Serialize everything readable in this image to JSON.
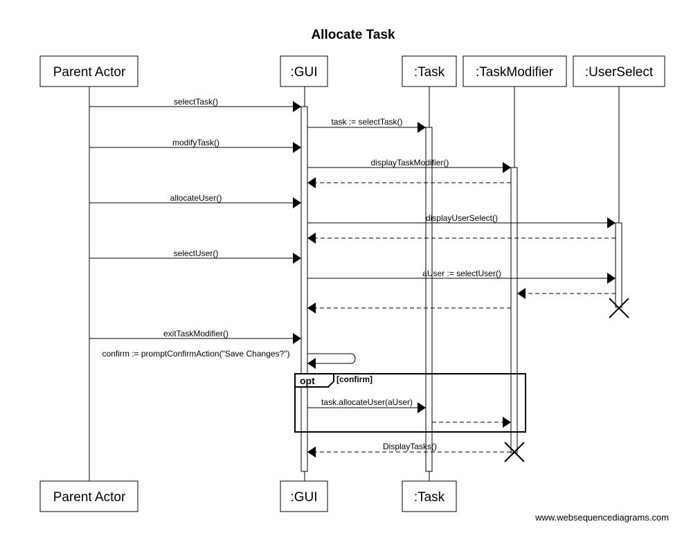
{
  "title": "Allocate Task",
  "watermark": "www.websequencediagrams.com",
  "actors": {
    "parent": ":Parent Actor",
    "gui": ":GUI",
    "task": ":Task",
    "modifier": ":TaskModifier",
    "userselect": ":UserSelect"
  },
  "bottom_actors": {
    "parent": "Parent Actor",
    "gui": ":GUI",
    "task": ":Task"
  },
  "messages": [
    {
      "id": "m1",
      "label": "selectTask()",
      "from": "Parent Actor",
      "to": ":GUI",
      "style": "solid"
    },
    {
      "id": "m2",
      "label": "task := selectTask()",
      "from": ":GUI",
      "to": ":Task",
      "style": "solid"
    },
    {
      "id": "m3",
      "label": "modifyTask()",
      "from": "Parent Actor",
      "to": ":GUI",
      "style": "solid"
    },
    {
      "id": "m4",
      "label": "displayTaskModifier()",
      "from": ":GUI",
      "to": ":TaskModifier",
      "style": "solid"
    },
    {
      "id": "m5",
      "label": "",
      "from": ":TaskModifier",
      "to": ":GUI",
      "style": "dashed"
    },
    {
      "id": "m6",
      "label": "allocateUser()",
      "from": "Parent Actor",
      "to": ":GUI",
      "style": "solid"
    },
    {
      "id": "m7",
      "label": "displayUserSelect()",
      "from": ":GUI",
      "to": ":UserSelect",
      "style": "solid"
    },
    {
      "id": "m8",
      "label": "",
      "from": ":UserSelect",
      "to": ":GUI",
      "style": "dashed"
    },
    {
      "id": "m9",
      "label": "selectUser()",
      "from": "Parent Actor",
      "to": ":GUI",
      "style": "solid"
    },
    {
      "id": "m10",
      "label": "aUser := selectUser()",
      "from": ":GUI",
      "to": ":UserSelect",
      "style": "solid"
    },
    {
      "id": "m11",
      "label": "",
      "from": ":UserSelect",
      "to": ":TaskModifier",
      "style": "dashed"
    },
    {
      "id": "m12",
      "label": "",
      "from": ":TaskModifier",
      "to": ":GUI",
      "style": "dashed"
    },
    {
      "id": "m13",
      "label": "exitTaskModifier()",
      "from": "Parent Actor",
      "to": ":GUI",
      "style": "solid"
    },
    {
      "id": "m14",
      "label": "confirm := promptConfirmAction(\"Save Changes?\")",
      "from": ":GUI",
      "to": ":GUI",
      "style": "solid"
    },
    {
      "id": "m15",
      "label": "task.allocateUser(aUser)",
      "from": ":GUI",
      "to": ":Task",
      "style": "solid"
    },
    {
      "id": "m16",
      "label": "",
      "from": ":Task",
      "to": ":TaskModifier",
      "style": "dashed"
    },
    {
      "id": "m17",
      "label": "DisplayTasks()",
      "from": ":TaskModifier",
      "to": ":GUI",
      "style": "dashed"
    }
  ],
  "fragment": {
    "keyword": "opt",
    "guard": "[confirm]"
  }
}
